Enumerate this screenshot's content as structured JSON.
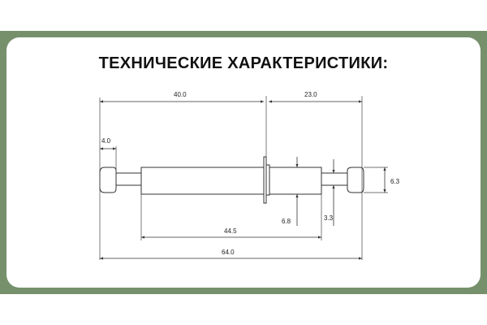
{
  "title": "ТЕХНИЧЕСКИЕ ХАРАКТЕРИСТИКИ:",
  "colors": {
    "frame": "#76906c",
    "card": "#ffffff",
    "line": "#333333",
    "text": "#111111"
  },
  "dimensions": {
    "d_40": "40.0",
    "d_23": "23.0",
    "d_4": "4.0",
    "d_6_3": "6.3",
    "d_6_8": "6.8",
    "d_3_3": "3.3",
    "d_44_5": "44.5",
    "d_64": "64.0"
  }
}
